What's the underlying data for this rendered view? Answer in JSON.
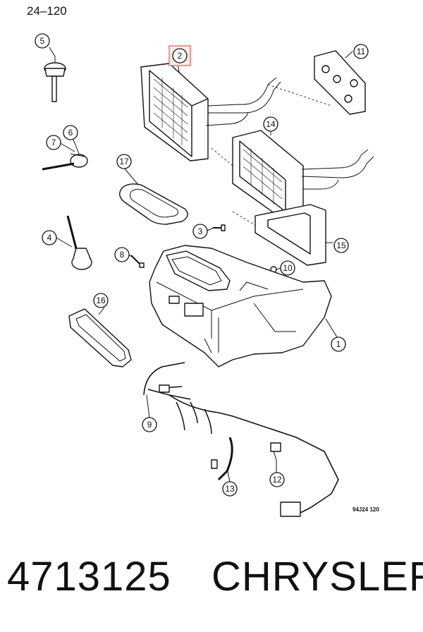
{
  "page_ref": "24–120",
  "drawing_code": "94J24  120",
  "callouts": [
    {
      "id": "c1",
      "label": "1"
    },
    {
      "id": "c2",
      "label": "2"
    },
    {
      "id": "c3",
      "label": "3"
    },
    {
      "id": "c4",
      "label": "4"
    },
    {
      "id": "c5",
      "label": "5"
    },
    {
      "id": "c6",
      "label": "6"
    },
    {
      "id": "c7",
      "label": "7"
    },
    {
      "id": "c8",
      "label": "8"
    },
    {
      "id": "c9",
      "label": "9"
    },
    {
      "id": "c10",
      "label": "10"
    },
    {
      "id": "c11",
      "label": "11"
    },
    {
      "id": "c12",
      "label": "12"
    },
    {
      "id": "c13",
      "label": "13"
    },
    {
      "id": "c14",
      "label": "14"
    },
    {
      "id": "c15",
      "label": "15"
    },
    {
      "id": "c16",
      "label": "16"
    },
    {
      "id": "c17",
      "label": "17"
    }
  ],
  "highlight": {
    "callout": "2",
    "color": "#e05a5a"
  },
  "footer": {
    "part_number": "4713125",
    "brand": "CHRYSLER"
  }
}
